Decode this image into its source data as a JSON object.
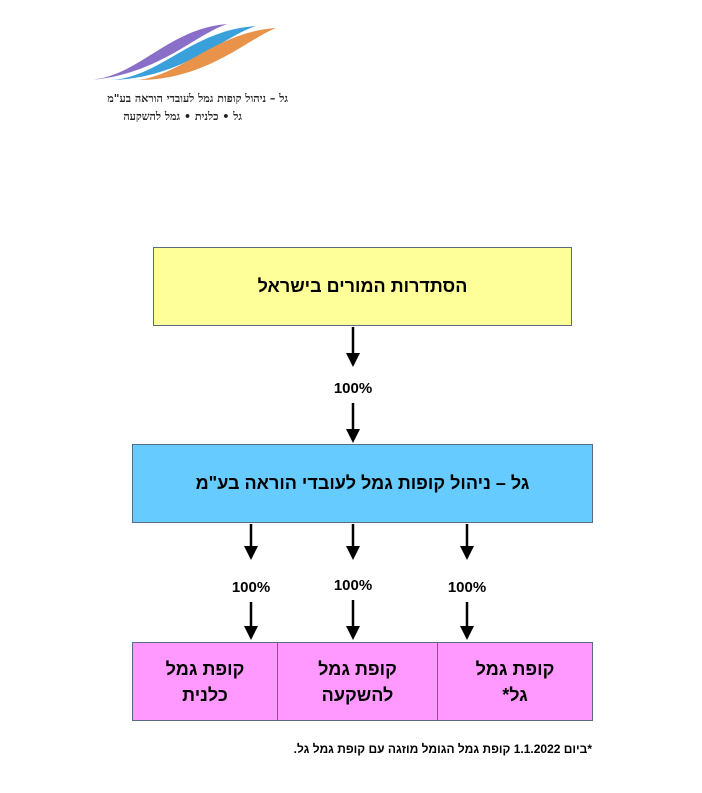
{
  "logo": {
    "line1": "גל – ניהול קופות גמל לעובדי הוראה בע\"מ",
    "line2": "גל • כלנית • גמל להשקעה",
    "colors": [
      "#8a6fc9",
      "#3aa0dc",
      "#e8924a"
    ]
  },
  "diagram": {
    "top_box": "הסתדרות המורים בישראל",
    "middle_box": "גל – ניהול קופות גמל לעובדי הוראה בע\"מ",
    "top_percentage": "100%",
    "bottom_boxes": [
      {
        "label": "קופת גמל\nגל*",
        "percentage": "100%"
      },
      {
        "label": "קופת גמל\nלהשקעה",
        "percentage": "100%"
      },
      {
        "label": "קופת גמל\nכלנית",
        "percentage": "100%"
      }
    ],
    "colors": {
      "top_box": "#ffff99",
      "middle_box": "#66ccff",
      "bottom_box": "#ff99ff"
    }
  },
  "footnote": "*ביום 1.1.2022 קופת גמל הגומל מוזגה עם קופת גמל גל."
}
